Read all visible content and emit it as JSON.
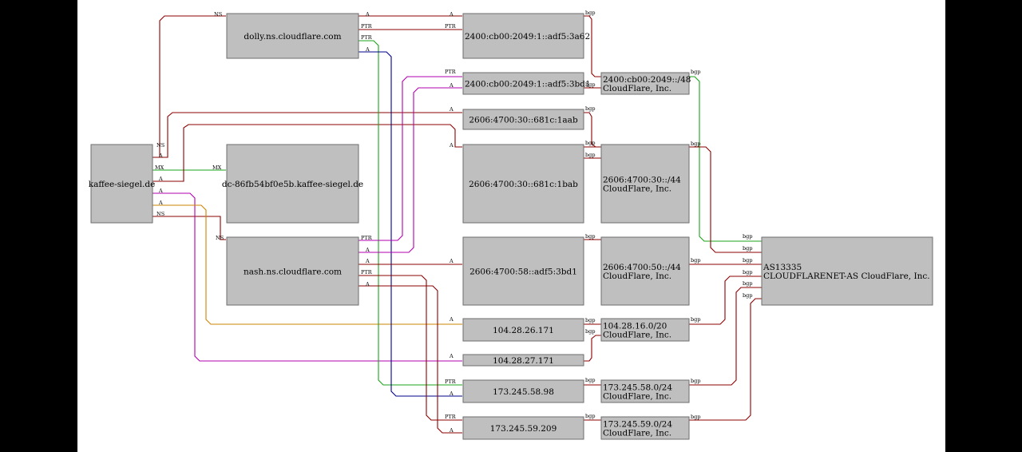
{
  "colors": {
    "dark_red": "#8b0000",
    "green": "#1aa31a",
    "blue": "#00008b",
    "magenta": "#b000b0",
    "orange": "#cc8400",
    "node_fill": "#c0bfc0"
  },
  "nodes": {
    "kaffee": {
      "lines": [
        "kaffee-siegel.de"
      ]
    },
    "dolly": {
      "lines": [
        "dolly.ns.cloudflare.com"
      ]
    },
    "dc": {
      "lines": [
        "dc-86fb54bf0e5b.kaffee-siegel.de"
      ]
    },
    "nash": {
      "lines": [
        "nash.ns.cloudflare.com"
      ]
    },
    "ip6_3a62": {
      "lines": [
        "2400:cb00:2049:1::adf5:3a62"
      ]
    },
    "ip6_3bd1": {
      "lines": [
        "2400:cb00:2049:1::adf5:3bd1"
      ]
    },
    "ip6_1aab": {
      "lines": [
        "2606:4700:30::681c:1aab"
      ]
    },
    "ip6_1bab": {
      "lines": [
        "2606:4700:30::681c:1bab"
      ]
    },
    "ip6_58": {
      "lines": [
        "2606:4700:58::adf5:3bd1"
      ]
    },
    "ip4_26": {
      "lines": [
        "104.28.26.171"
      ]
    },
    "ip4_27": {
      "lines": [
        "104.28.27.171"
      ]
    },
    "ip4_98": {
      "lines": [
        "173.245.58.98"
      ]
    },
    "ip4_209": {
      "lines": [
        "173.245.59.209"
      ]
    },
    "pfx_2400": {
      "lines": [
        "2400:cb00:2049::/48",
        "CloudFlare, Inc."
      ]
    },
    "pfx_2606_30": {
      "lines": [
        "2606:4700:30::/44",
        "CloudFlare, Inc."
      ]
    },
    "pfx_2606_50": {
      "lines": [
        "2606:4700:50::/44",
        "CloudFlare, Inc."
      ]
    },
    "pfx_104": {
      "lines": [
        "104.28.16.0/20",
        "CloudFlare, Inc."
      ]
    },
    "pfx_173_58": {
      "lines": [
        "173.245.58.0/24",
        "CloudFlare, Inc."
      ]
    },
    "pfx_173_59": {
      "lines": [
        "173.245.59.0/24",
        "CloudFlare, Inc."
      ]
    },
    "as13335": {
      "lines": [
        "AS13335",
        "CLOUDFLARENET-AS CloudFlare, Inc."
      ]
    }
  },
  "edges": [
    {
      "id": "e1",
      "color": "dark_red",
      "src_label": "NS",
      "dst_label": "NS"
    },
    {
      "id": "e2",
      "color": "green",
      "src_label": "MX",
      "dst_label": "MX"
    },
    {
      "id": "e3",
      "color": "dark_red",
      "src_label": "NS",
      "dst_label": "NS"
    },
    {
      "id": "e4",
      "color": "dark_red",
      "src_label": "A",
      "dst_label": "A"
    },
    {
      "id": "e5",
      "color": "dark_red",
      "src_label": "A",
      "dst_label": "A"
    },
    {
      "id": "e6",
      "color": "magenta",
      "src_label": "A",
      "dst_label": "A"
    },
    {
      "id": "e7",
      "color": "orange",
      "src_label": "A",
      "dst_label": "A"
    },
    {
      "id": "e8",
      "color": "dark_red",
      "src_label": "A",
      "dst_label": "A"
    },
    {
      "id": "e9",
      "color": "dark_red",
      "src_label": "PTR",
      "dst_label": "PTR"
    },
    {
      "id": "e10",
      "color": "green",
      "src_label": "PTR",
      "dst_label": "PTR"
    },
    {
      "id": "e11",
      "color": "blue",
      "src_label": "A",
      "dst_label": "A"
    },
    {
      "id": "e12",
      "color": "magenta",
      "src_label": "PTR",
      "dst_label": "PTR"
    },
    {
      "id": "e13",
      "color": "magenta",
      "src_label": "A",
      "dst_label": "A"
    },
    {
      "id": "e14",
      "color": "dark_red",
      "src_label": "A",
      "dst_label": "A"
    },
    {
      "id": "e15",
      "color": "dark_red",
      "src_label": "PTR",
      "dst_label": "PTR"
    },
    {
      "id": "e16",
      "color": "dark_red",
      "src_label": "A",
      "dst_label": "A"
    },
    {
      "id": "e17",
      "color": "dark_red",
      "src_label": "bgp",
      "dst_label": ""
    },
    {
      "id": "e18",
      "color": "dark_red",
      "src_label": "bgp",
      "dst_label": ""
    },
    {
      "id": "e19",
      "color": "dark_red",
      "src_label": "bgp",
      "dst_label": ""
    },
    {
      "id": "e20",
      "color": "dark_red",
      "src_label": "bgp",
      "dst_label": ""
    },
    {
      "id": "e21",
      "color": "dark_red",
      "src_label": "bgp",
      "dst_label": ""
    },
    {
      "id": "e22",
      "color": "dark_red",
      "src_label": "bgp",
      "dst_label": ""
    },
    {
      "id": "e23",
      "color": "dark_red",
      "src_label": "bgp",
      "dst_label": ""
    },
    {
      "id": "e24",
      "color": "dark_red",
      "src_label": "bgp",
      "dst_label": ""
    },
    {
      "id": "e25",
      "color": "dark_red",
      "src_label": "bgp",
      "dst_label": ""
    },
    {
      "id": "e26",
      "color": "dark_red",
      "src_label": "bgp",
      "dst_label": ""
    },
    {
      "id": "e27",
      "color": "green",
      "src_label": "bgp",
      "dst_label": "bgp"
    },
    {
      "id": "e28",
      "color": "dark_red",
      "src_label": "bgp",
      "dst_label": "bgp"
    },
    {
      "id": "e29",
      "color": "dark_red",
      "src_label": "bgp",
      "dst_label": "bgp"
    },
    {
      "id": "e30",
      "color": "dark_red",
      "src_label": "bgp",
      "dst_label": "bgp"
    },
    {
      "id": "e31",
      "color": "dark_red",
      "src_label": "bgp",
      "dst_label": "bgp"
    },
    {
      "id": "e32",
      "color": "dark_red",
      "src_label": "bgp",
      "dst_label": "bgp"
    }
  ]
}
